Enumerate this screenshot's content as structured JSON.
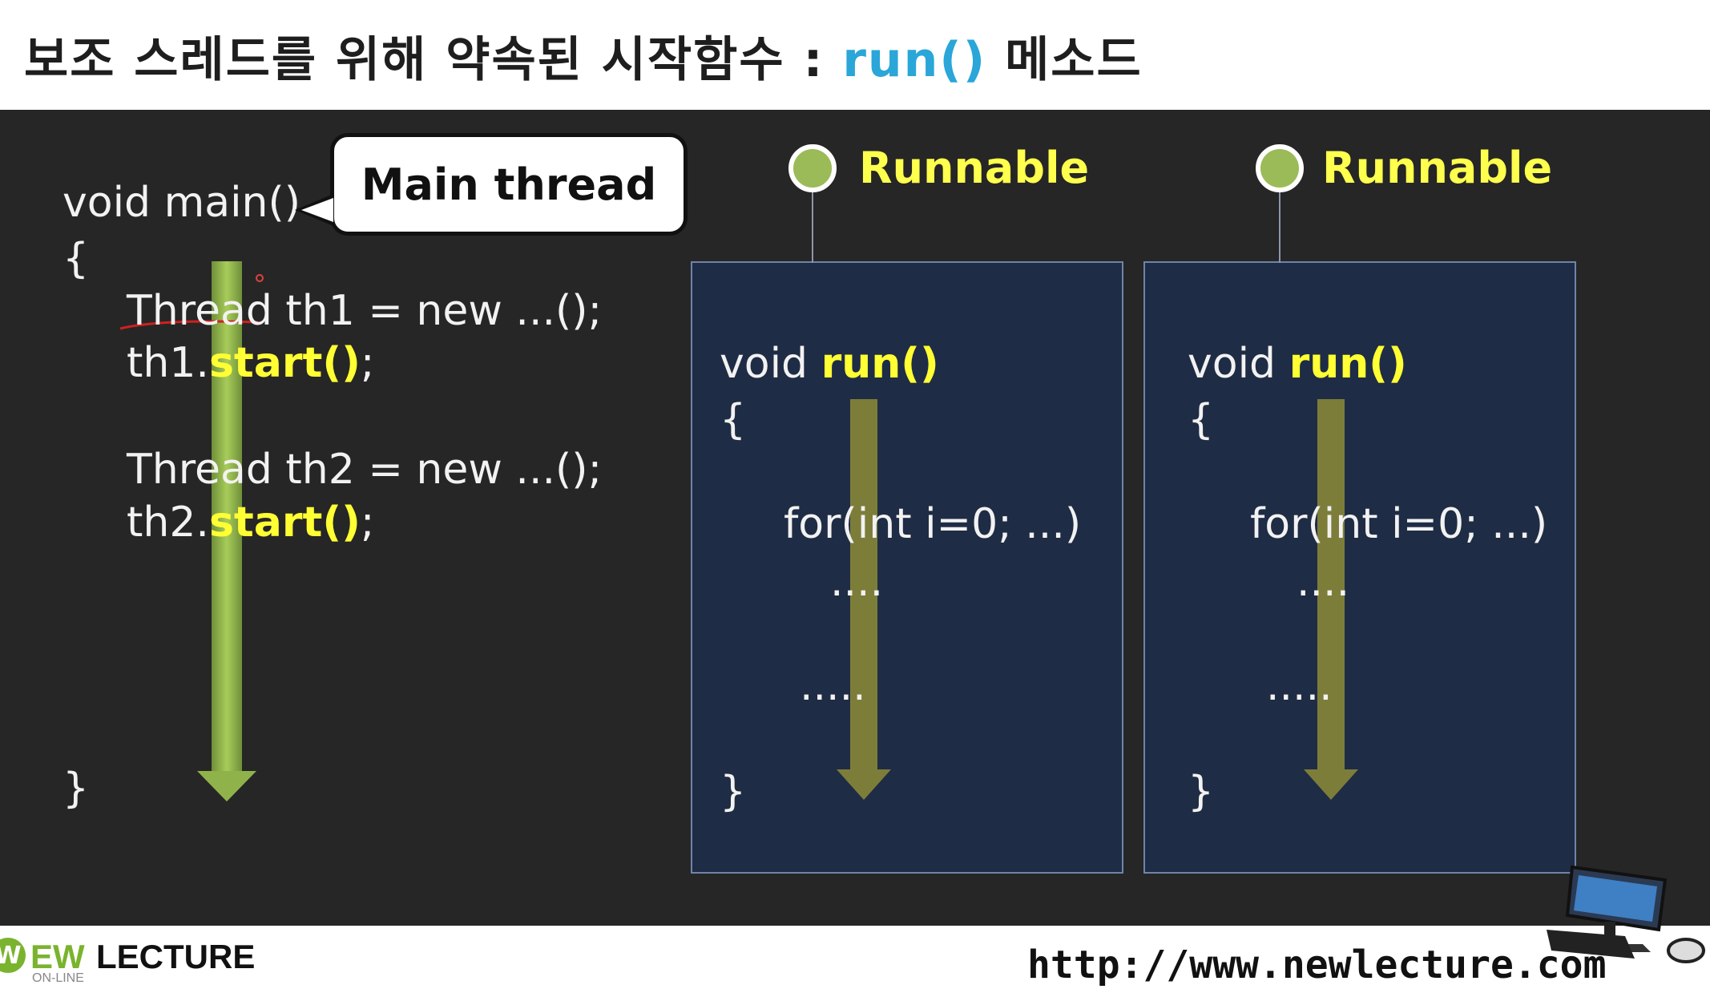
{
  "title": {
    "text_main": "보조 스레드를 위해 약속된 시작함수 : ",
    "text_accent": "run()",
    "text_tail": " 메소드"
  },
  "main_code": {
    "signature": "void main()",
    "open_brace": "{",
    "line1_type": "Thread",
    "line1_rest": " th1 = new ...();",
    "line2_obj": "th1.",
    "line2_call": "start()",
    "line2_end": ";",
    "line3_type": "Thread",
    "line3_rest": " th2 = new ...();",
    "line4_obj": "th2.",
    "line4_call": "start()",
    "line4_end": ";",
    "close_brace": "}"
  },
  "callout": {
    "label": "Main thread"
  },
  "panels": [
    {
      "runnable_label": "Runnable",
      "signature_prefix": "void ",
      "signature_method": "run()",
      "open_brace": "{",
      "loop_line": "for(int i=0; ...)",
      "dots_1": "....",
      "dots_2": ".....",
      "close_brace": "}"
    },
    {
      "runnable_label": "Runnable",
      "signature_prefix": "void ",
      "signature_method": "run()",
      "open_brace": "{",
      "loop_line": "for(int i=0; ...)",
      "dots_1": "....",
      "dots_2": ".....",
      "close_brace": "}"
    }
  ],
  "footer": {
    "logo_w": "W",
    "logo_ew": "EW",
    "logo_lecture": "LECTURE",
    "logo_sub": "ON-LINE",
    "url": "http://www.newlecture.com"
  },
  "colors": {
    "accent_title": "#2aa6d8",
    "keyword": "#ffff33",
    "main_arrow": "#9bbb59",
    "thread_arrow": "#8a8a3a",
    "panel_bg": "#1f2c45",
    "stage_bg": "#262626",
    "node": "#9bbb59"
  }
}
